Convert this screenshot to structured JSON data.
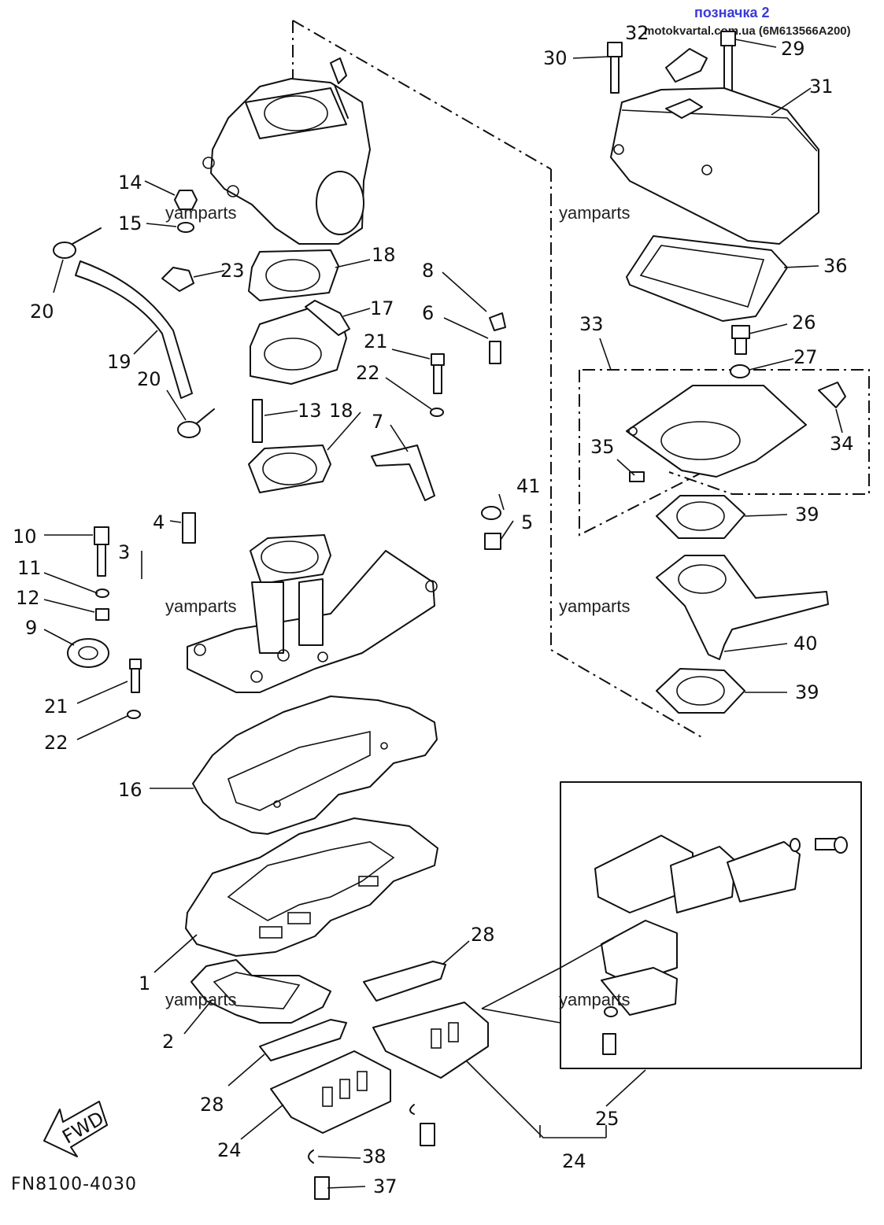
{
  "header": {
    "page_label": "позначка 2",
    "source_line": "motokvartal.com.ua (6M613566A200)"
  },
  "diagram": {
    "code": "FN8100-4030",
    "fwd_label": "FWD",
    "watermark": "yamparts",
    "callouts": {
      "c1": "1",
      "c2": "2",
      "c3": "3",
      "c4": "4",
      "c5": "5",
      "c6": "6",
      "c7": "7",
      "c8": "8",
      "c9": "9",
      "c10": "10",
      "c11": "11",
      "c12": "12",
      "c13": "13",
      "c14": "14",
      "c15": "15",
      "c16": "16",
      "c17": "17",
      "c18a": "18",
      "c18b": "18",
      "c19": "19",
      "c20a": "20",
      "c20b": "20",
      "c21a": "21",
      "c21b": "21",
      "c22a": "22",
      "c22b": "22",
      "c23": "23",
      "c24a": "24",
      "c24b": "24",
      "c25": "25",
      "c26": "26",
      "c27": "27",
      "c28a": "28",
      "c28b": "28",
      "c29": "29",
      "c30": "30",
      "c31": "31",
      "c32": "32",
      "c33": "33",
      "c34": "34",
      "c35": "35",
      "c36": "36",
      "c37": "37",
      "c38": "38",
      "c39a": "39",
      "c39b": "39",
      "c40": "40",
      "c41": "41"
    }
  },
  "colors": {
    "ink": "#111111",
    "header_accent": "#3a3ad8"
  }
}
